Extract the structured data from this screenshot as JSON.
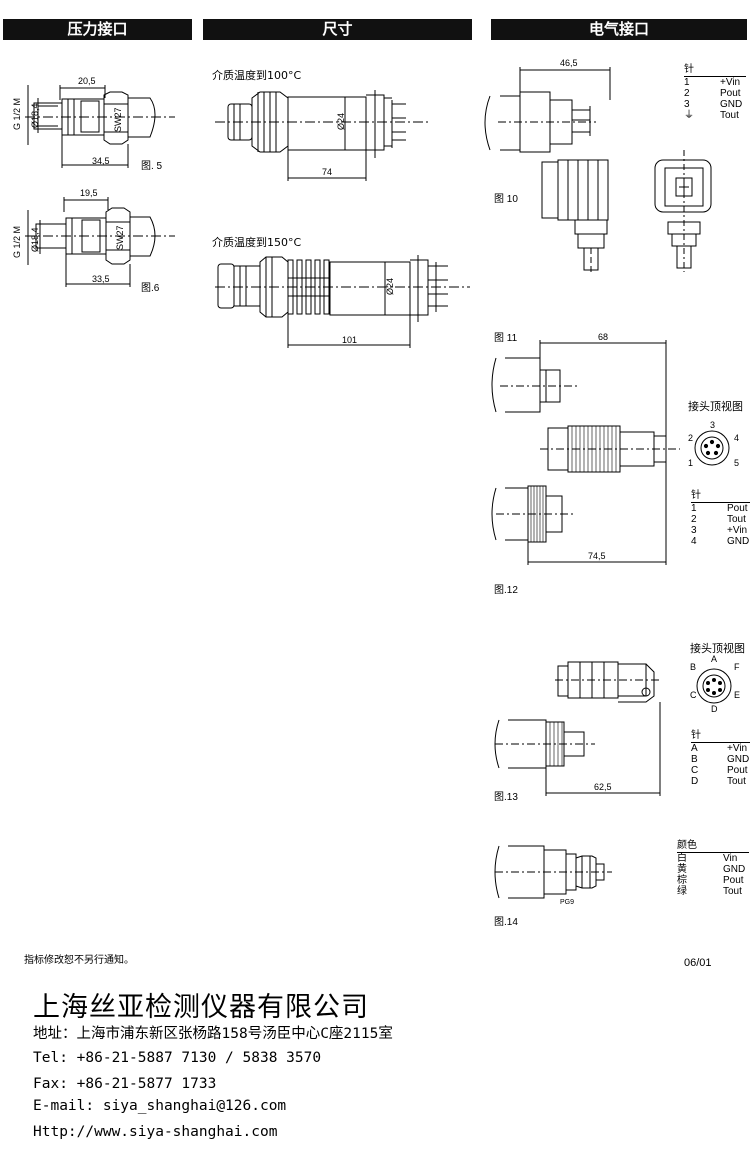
{
  "headers": {
    "pressure": "压力接口",
    "dimensions": "尺寸",
    "electrical": "电气接口"
  },
  "pressure": {
    "fig5": {
      "dim_top": "20,5",
      "dim_bottom": "34,5",
      "thread": "G 1/2 M",
      "dia": "Ø18,4",
      "sw": "SW27",
      "label": "图. 5"
    },
    "fig6": {
      "dim_top": "19,5",
      "dim_bottom": "33,5",
      "thread": "G 1/2 M",
      "dia": "Ø18,4",
      "sw": "SW27",
      "label": "图.6"
    }
  },
  "dimensions": {
    "t100": {
      "caption": "介质温度到100°C",
      "length": "74",
      "dia": "Ø24"
    },
    "t150": {
      "caption": "介质温度到150°C",
      "length": "101",
      "dia": "Ø24"
    }
  },
  "electrical": {
    "fig10": {
      "label": "图 10",
      "dim": "46,5",
      "pins_title": "针",
      "pins": [
        {
          "n": "1",
          "v": "+Vin"
        },
        {
          "n": "2",
          "v": "Pout"
        },
        {
          "n": "3",
          "v": "GND"
        },
        {
          "n": "⏚",
          "v": "Tout"
        }
      ]
    },
    "fig11": {
      "label": "图 11",
      "dim_top": "68",
      "dim_bottom": "74,5",
      "top_view": "接头顶视图",
      "pin_nums": [
        "3",
        "2",
        "4",
        "1",
        "5"
      ],
      "pins_title": "针",
      "pins": [
        {
          "n": "1",
          "v": "Pout"
        },
        {
          "n": "2",
          "v": "Tout"
        },
        {
          "n": "3",
          "v": "+Vin"
        },
        {
          "n": "4",
          "v": "GND"
        }
      ]
    },
    "fig12": {
      "label": "图.12"
    },
    "fig13": {
      "label": "图.13",
      "dim": "62,5",
      "top_view": "接头顶视图",
      "pin_letters": [
        "A",
        "B",
        "F",
        "C",
        "E",
        "D"
      ],
      "pins_title": "针",
      "pins": [
        {
          "n": "A",
          "v": "+Vin"
        },
        {
          "n": "B",
          "v": "GND"
        },
        {
          "n": "C",
          "v": "Pout"
        },
        {
          "n": "D",
          "v": "Tout"
        }
      ]
    },
    "fig14": {
      "label": "图.14",
      "pg": "PG9",
      "colors_title": "颜色",
      "colors": [
        {
          "n": "白",
          "v": "Vin"
        },
        {
          "n": "黄",
          "v": "GND"
        },
        {
          "n": "棕",
          "v": "Pout"
        },
        {
          "n": "绿",
          "v": "Tout"
        }
      ]
    }
  },
  "footer": {
    "notice": "指标修改恕不另行通知。",
    "version": "06/01",
    "company": "上海丝亚检测仪器有限公司",
    "address": "地址：上海市浦东新区张杨路158号汤臣中心C座2115室",
    "tel": "Tel: +86-21-5887 7130 / 5838 3570",
    "fax": "Fax: +86-21-5877 1733",
    "email": "E-mail: siya_shanghai@126.com",
    "web": "Http://www.siya-shanghai.com"
  }
}
